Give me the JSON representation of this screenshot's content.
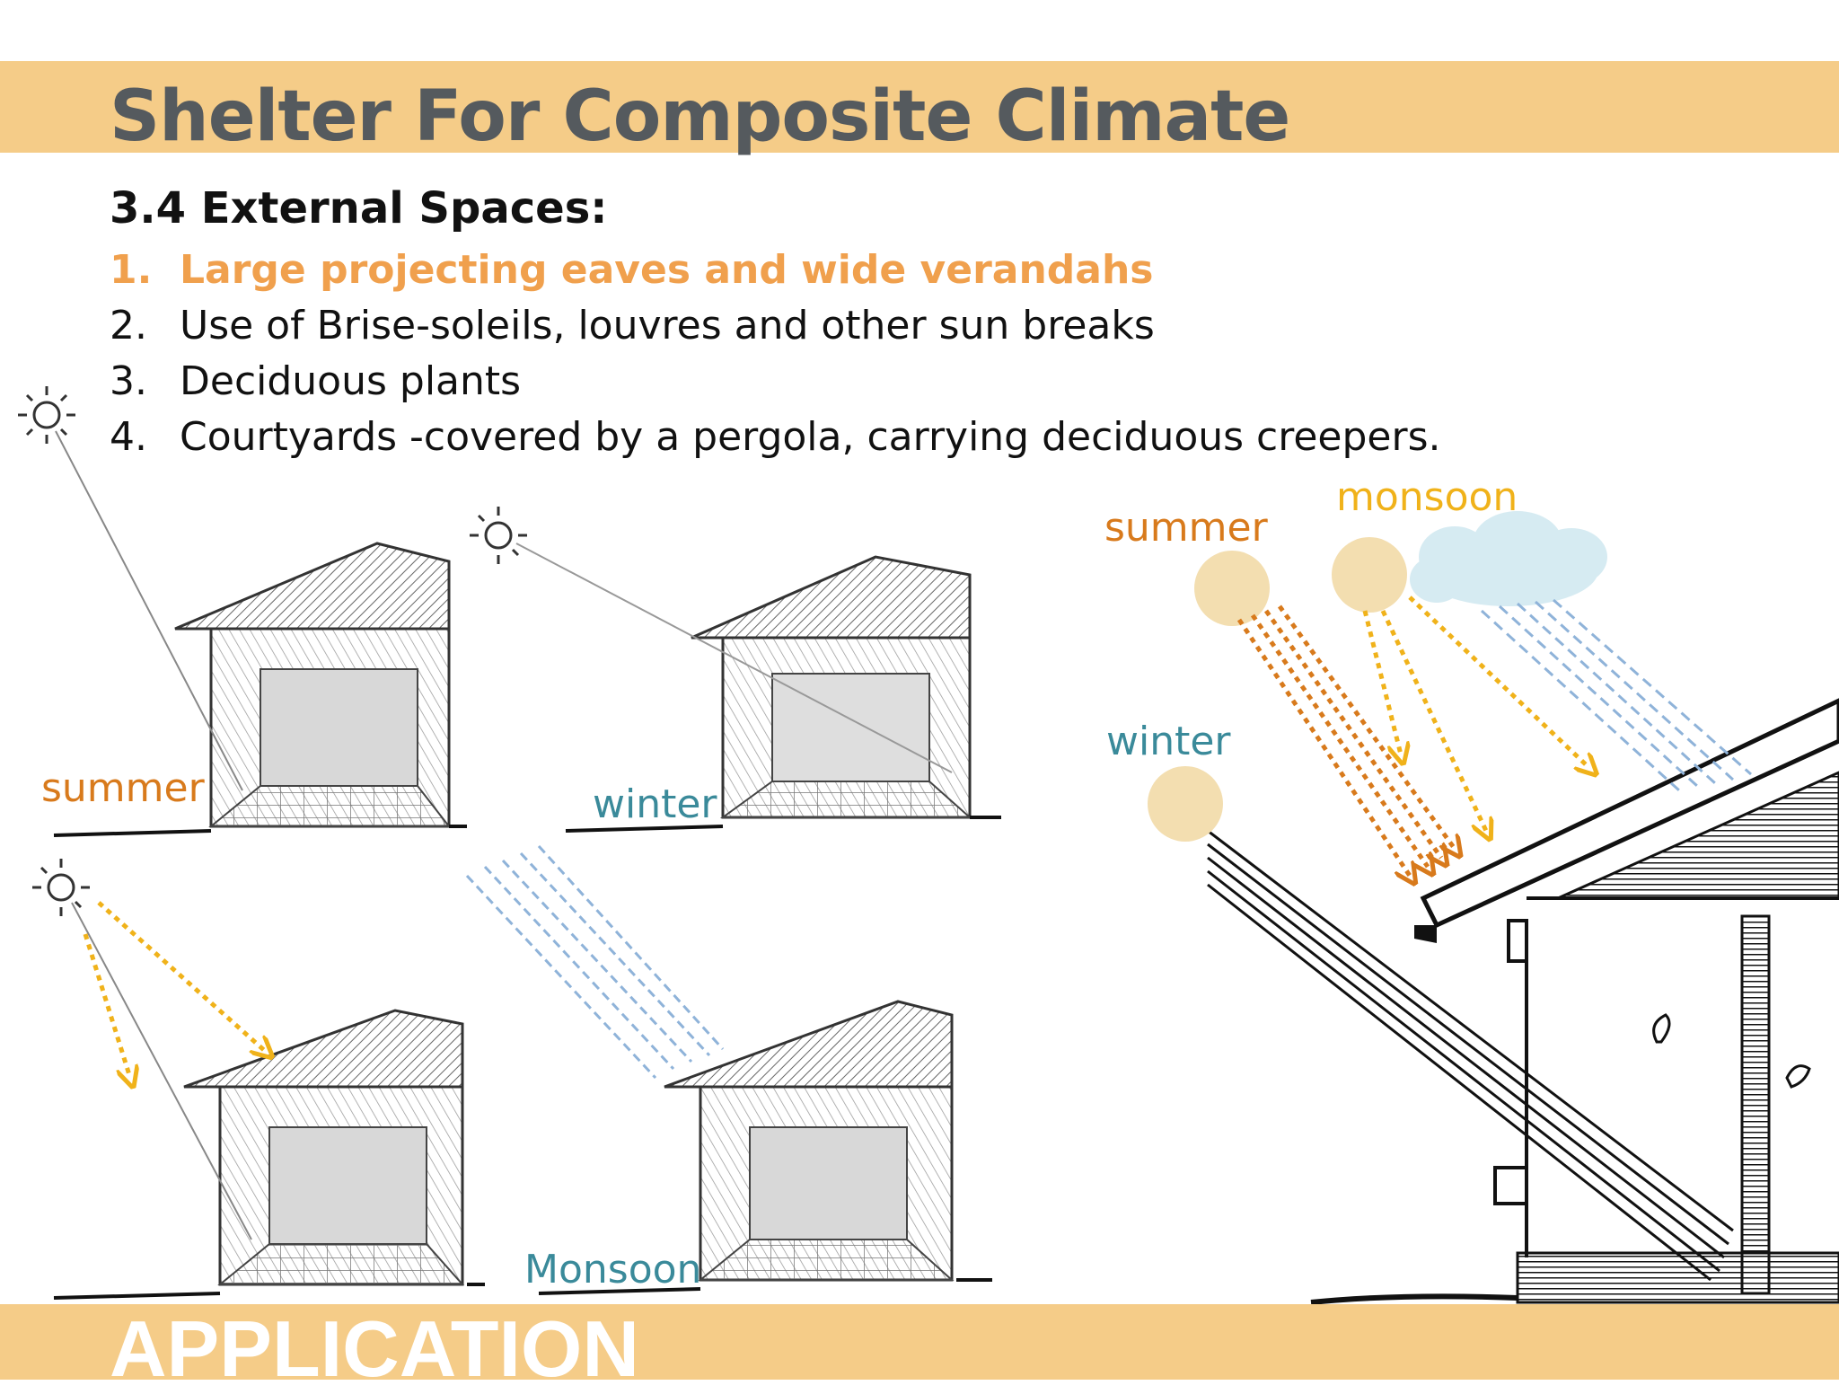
{
  "slide": {
    "title": "Shelter For Composite Climate",
    "subtitle": "3.4 External Spaces:",
    "items": [
      {
        "num": "1.",
        "text": "Large projecting eaves and wide verandahs"
      },
      {
        "num": "2.",
        "text": "Use of Brise-soleils, louvres and other sun breaks"
      },
      {
        "num": "3.",
        "text": "Deciduous plants"
      },
      {
        "num": "4.",
        "text": "Courtyards -covered by a pergola, carrying deciduous creepers."
      }
    ],
    "footer": "APPLICATION"
  },
  "labels": {
    "summer_left": "summer",
    "winter_left": "winter",
    "monsoon_left": "Monsoon",
    "summer_right": "summer",
    "monsoon_right": "monsoon",
    "winter_right": "winter"
  },
  "colors": {
    "band": "#f5cc88",
    "title": "#555a5e",
    "highlight": "#f0a04d",
    "summer": "#d87a1c",
    "winter": "#3a8a9a",
    "monsoon": "#f0b21a",
    "rain": "#8fb3d9",
    "cloud": "#d6ebf2",
    "sun_disc": "#f3deb0"
  }
}
